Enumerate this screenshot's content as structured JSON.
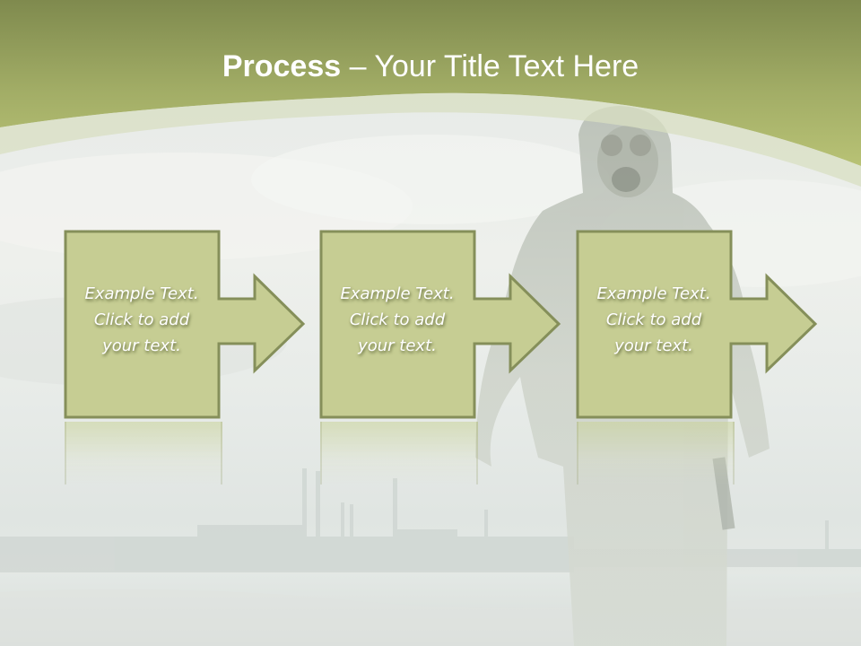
{
  "slide": {
    "title_bold": "Process",
    "title_rest": " – Your Title Text Here",
    "colors": {
      "header_top": "#7f8a4e",
      "header_bottom": "#b5c073",
      "box_fill": "#c6cd93",
      "box_border": "#858f5a",
      "text": "#ffffff"
    }
  },
  "steps": [
    {
      "line1": "Example Text.",
      "line2": "Click  to add",
      "line3": "your text."
    },
    {
      "line1": "Example Text.",
      "line2": "Click  to add",
      "line3": "your text."
    },
    {
      "line1": "Example Text.",
      "line2": "Click  to add",
      "line3": "your text."
    }
  ],
  "background": {
    "image_description": "hazy industrial landscape with person in gas mask"
  }
}
